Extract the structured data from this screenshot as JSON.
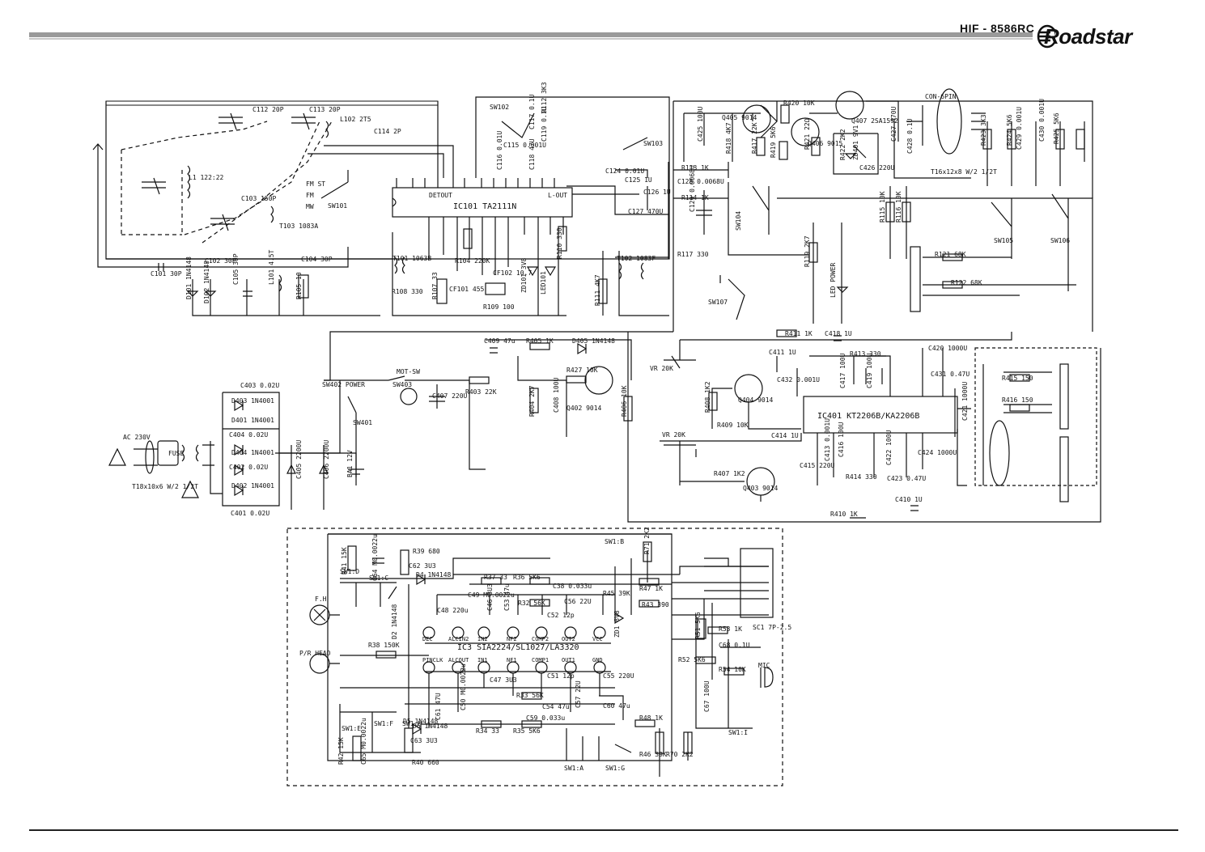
{
  "header": {
    "model": "HIF - 8586RC",
    "brand": "Roadstar"
  },
  "labels": {
    "ic101": "IC101 TA2111N",
    "detout": "DETOUT",
    "lout": "L-OUT",
    "ic401": "IC401 KT2206B/KA2206B",
    "ic3": "IC3 SIA2224/SL1027/LA3320",
    "c112": "C112 20P",
    "c113": "C113 20P",
    "c114": "C114 2P",
    "c103": "C103 150P",
    "c101": "C101 30P",
    "c102": "C102 30P",
    "c104": "C104 30P",
    "c105": "C105 30P",
    "l1": "L1 122:22",
    "l101": "L101 4.5T",
    "l102": "L102 2T5",
    "t103": "T103 1083A",
    "t101": "T101 1063B",
    "t102": "T102 1083F",
    "sw101": "SW101",
    "sw102": "SW102",
    "sw103": "SW103",
    "sw104": "SW104",
    "sw105": "SW105",
    "sw106": "SW106",
    "sw107": "SW107",
    "fmst": "FM ST",
    "fm": "FM",
    "mw": "MW",
    "c115": "C115 0.001U",
    "c116": "C116 0.01U",
    "c117": "C117 0.1U",
    "c118": "C118 47U",
    "c119": "C119 0.1U",
    "r112": "R112 3K3",
    "c124": "C124 0.01U",
    "c125": "C125 1U",
    "c126": "C126 1U",
    "c127": "C127 470U",
    "c128": "C128 0.0068U",
    "c129": "C129 0.0068U",
    "r113": "R113 1K",
    "r114": "R114 1K",
    "r117": "R117 330",
    "r108": "R108 330",
    "r107": "R107 33",
    "r104": "R104 220K",
    "r105": "R105 10",
    "r109": "R109 100",
    "r110": "R110 330",
    "r111": "R111 4K7",
    "cf101": "CF101 455",
    "cf102": "CF102 10.7",
    "zd101": "ZD101 3V8",
    "led101": "LED101",
    "d101": "D101 1N4148",
    "d102": "D102 1N4148",
    "q405": "Q405 9014",
    "q406": "Q406 9015",
    "q407": "Q407 2SA1592",
    "r420": "R420 10K",
    "r421": "R421 22Ω",
    "r417": "R417 22K",
    "r418": "R418 4K7",
    "r419": "R419 5K6",
    "c425": "C425 100U",
    "c426": "C426 220U",
    "c427": "C427 470U",
    "c428": "C428 0.1U",
    "c429": "C429 0.001U",
    "c430": "C430 0.001U",
    "r423": "R423 3K3",
    "r424": "R424 5K6",
    "r425": "R425 5K6",
    "zd401": "ZD401 9V1",
    "r422": "R422 2K2",
    "con": "CON-6PIN",
    "t16x12": "T16x12x8 W/2 1/2T",
    "r115": "R115 10K",
    "r116": "R116 10K",
    "r119": "R119 2K7",
    "led": "LED POWER",
    "r121": "R121 68K",
    "r122": "R122 68K",
    "r411": "R411 1K",
    "c418": "C418 1U",
    "c420": "C420 1000U",
    "c411": "C411 1U",
    "c432": "C432 0.001U",
    "r413": "R413 330",
    "c417": "C417 100U",
    "c419": "C419 100U",
    "c431": "C431 0.47U",
    "c421": "C421 1000U",
    "r415": "R415 150",
    "r416": "R416 150",
    "vr1": "VR 20K",
    "vr2": "VR 20K",
    "q404": "Q404 9014",
    "q403": "Q403 9014",
    "q402": "Q402 9014",
    "r408": "R408 1K2",
    "r409": "R409 10K",
    "r407": "R407 1K2",
    "r410": "R410 1K",
    "c410": "C410 1U",
    "c414": "C414 1U",
    "c415": "C415 220U",
    "c416": "C416 100U",
    "c413": "C413 0.001U",
    "c422": "C422 100U",
    "c423": "C423 0.47U",
    "c424": "C424 1000U",
    "r414": "R414 330",
    "c409": "C409 47u",
    "r405": "R405 1K",
    "d405": "D405 1N4148",
    "r427": "R427 10K",
    "r404": "R404 2K7",
    "c408": "C408 100U",
    "r406": "R406 10K",
    "r403": "R403 22K",
    "c407": "C407 220U",
    "mot": "MOT-SW",
    "sw402": "SW402 POWER",
    "sw403": "SW403",
    "sw401": "SW401",
    "c403": "C403 0.02U",
    "d403": "D403 1N4001",
    "d401": "D401 1N4001",
    "d404": "D404 1N4001",
    "d402": "D402 1N4001",
    "c404": "C404 0.02U",
    "c402": "C402 0.02U",
    "c401": "C401 0.02U",
    "c405": "C405 2200U",
    "c406": "C406 2200U",
    "ba": "BA1 12V",
    "ac": "AC 230V",
    "fuse": "FUSE",
    "t18": "T18x10x6 W/2 1/2T",
    "r41": "R41 15K",
    "c64": "C64 M0.0022u",
    "r39": "R39 680",
    "c62": "C62 3U3",
    "d4": "D4 1N4148",
    "sw1d": "SW1:D",
    "sw1c": "SW1:C",
    "sw1b": "SW1:B",
    "sw1e": "SW1:E",
    "sw1f": "SW1:F",
    "sw1a": "SW1:A",
    "sw1g": "SW1:G",
    "sw1h": "SW1:H",
    "sw1i": "SW1:I",
    "r37": "R37 33",
    "c49": "C49 M0.0022u",
    "r36": "R36 5K6",
    "c38": "C38 0.033u",
    "r71": "R71 2K2",
    "r47": "R47 1K",
    "r45": "R45 39K",
    "r43": "R43 390",
    "c48": "C48 220u",
    "c46": "C46 3U3",
    "c53": "C53 47u",
    "r32": "R32 56K",
    "c56": "C56 22U",
    "c52": "C52 12p",
    "zd1": "ZD1 8V8",
    "fh": "F.H",
    "pr": "P/R HEAD",
    "r38": "R38 150K",
    "d2": "D2 1N4148",
    "c47": "C47 3U3",
    "c51": "C51 12p",
    "c55": "C55 220U",
    "r33": "R33 56K",
    "c54": "C54 47u",
    "c57": "C57 22U",
    "c60": "C60 47u",
    "c61": "C61 47U",
    "c50": "C50 M0.0022u",
    "c59": "C59 0.033u",
    "r34": "R34 33",
    "r35": "R35 5K6",
    "r48": "R48 1K",
    "d5": "D5 1N4148",
    "d6": "D6 1N4148",
    "c63": "C63 3U3",
    "r42": "R42 15K",
    "c65": "C65 M0.0022u",
    "r40": "R40 660",
    "r46": "R46 39K",
    "r70": "R70 2K2",
    "r51": "R51 5K6",
    "r52": "R52 5K6",
    "r53": "R53 1K",
    "c68": "C68 0.1U",
    "r54": "R54 10K",
    "c67": "C67 100U",
    "mic": "MIC",
    "sc1": "SC1 7P-2.5",
    "pins": [
      "PINCLK",
      "ALCOUT",
      "IN1",
      "NF1",
      "COMP1",
      "OUT1",
      "GND"
    ],
    "pinsTop": [
      "DEC",
      "ALCIN2",
      "IN2",
      "NF2",
      "COMP2",
      "OUT2",
      "VCC"
    ]
  },
  "colors": {
    "ink": "#111111",
    "header_bar": "#9a9a9a"
  }
}
